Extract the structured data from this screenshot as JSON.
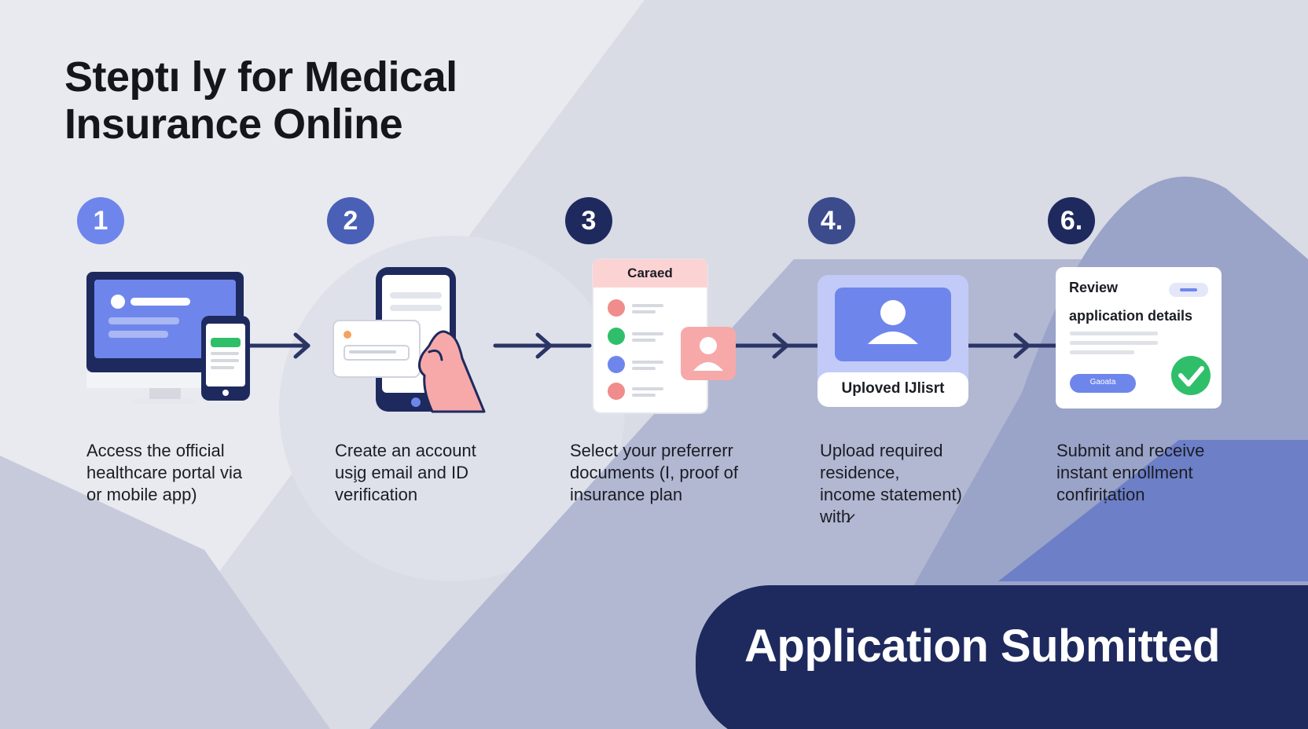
{
  "title": {
    "line1": "Step​tı ly for Medical",
    "line2": "Insurance Online"
  },
  "colors": {
    "navy": "#1e2a5e",
    "step1_badge": "#6e86ec",
    "step2_badge": "#4a5fb6",
    "step3_badge": "#1e2a5e",
    "step4_badge": "#3b4b8c",
    "step5_badge": "#1e2a5e",
    "accent_blue": "#6e86ec",
    "success_green": "#2fbf6a",
    "pink": "#f7a9a9"
  },
  "steps": [
    {
      "number": "1",
      "icon": "computer-and-phone-icon",
      "lines": [
        "Access the official",
        "healthcare portal via",
        "or  mobile app)"
      ]
    },
    {
      "number": "2",
      "icon": "phone-in-hand-icon",
      "lines": [
        "Create an account",
        "usi̧g email and ID",
        "verification"
      ]
    },
    {
      "number": "3",
      "icon": "document-checklist-icon",
      "card_label": "Caraed",
      "lines": [
        "Select your preferrerr",
        "documents (I, proof of",
        "insurance plan"
      ]
    },
    {
      "number": "4.",
      "icon": "upload-user-card-icon",
      "card_label": "Uploved lJlisrt",
      "lines": [
        "Upload required",
        "residence,",
        "income statement)",
        "with̷"
      ]
    },
    {
      "number": "6.",
      "icon": "review-checkmark-icon",
      "card_label_1": "Review",
      "card_label_2": "application details",
      "button_label": "Gaoata",
      "lines": [
        "Submit and receive",
        "instant enrollment",
        "confiriṭation"
      ]
    }
  ],
  "banner": {
    "label": "Application Submitted"
  }
}
